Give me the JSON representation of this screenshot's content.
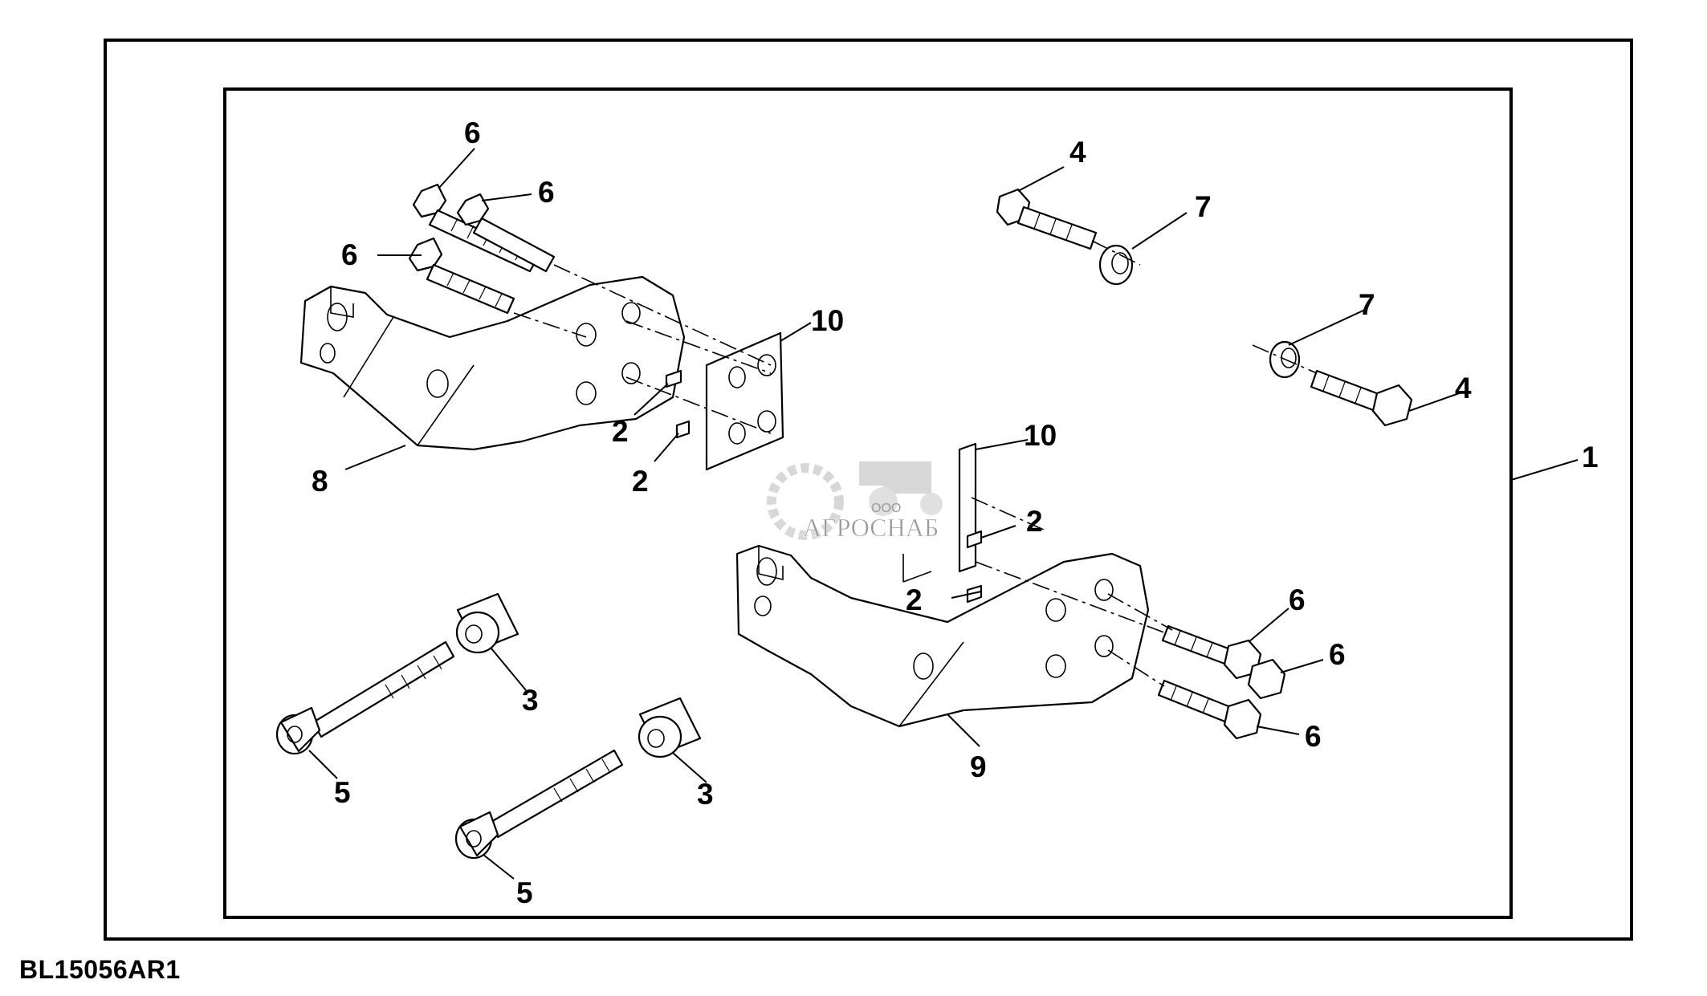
{
  "figure_ref": "BL15056AR1",
  "watermark": {
    "top": "ООО",
    "main": "АГРОСНАБ"
  },
  "callouts": {
    "c1": "1",
    "c2a": "2",
    "c2b": "2",
    "c2c": "2",
    "c2d": "2",
    "c3a": "3",
    "c3b": "3",
    "c4a": "4",
    "c4b": "4",
    "c5a": "5",
    "c5b": "5",
    "c6a": "6",
    "c6b": "6",
    "c6c": "6",
    "c6d": "6",
    "c6e": "6",
    "c6f": "6",
    "c7a": "7",
    "c7b": "7",
    "c8": "8",
    "c9": "9",
    "c10a": "10",
    "c10b": "10"
  }
}
